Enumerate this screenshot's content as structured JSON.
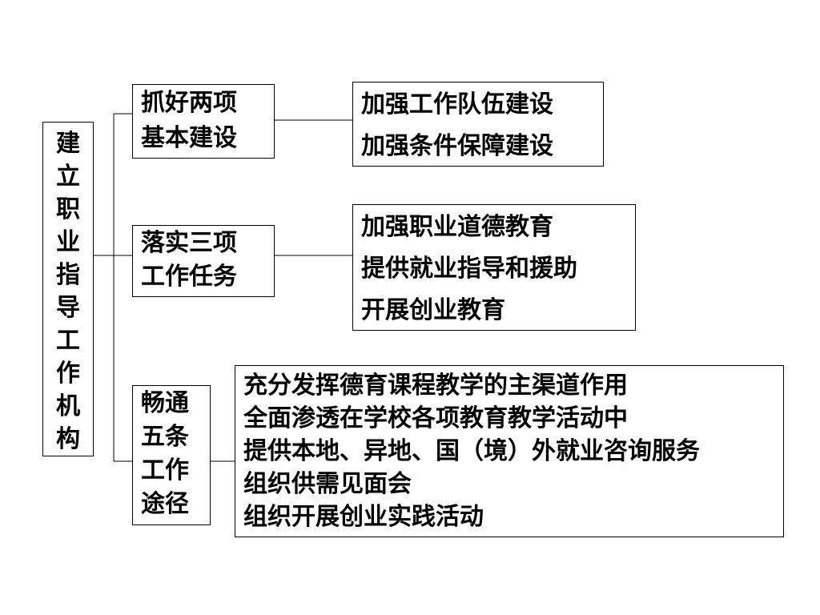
{
  "root": {
    "chars": [
      "建",
      "立",
      "职",
      "业",
      "指",
      "导",
      "工",
      "作",
      "机",
      "构"
    ]
  },
  "branches": [
    {
      "label_lines": [
        "抓好两项",
        "基本建设"
      ],
      "details": [
        "加强工作队伍建设",
        "加强条件保障建设"
      ]
    },
    {
      "label_lines": [
        "落实三项",
        "工作任务"
      ],
      "details": [
        "加强职业道德教育",
        "提供就业指导和援助",
        "开展创业教育"
      ]
    },
    {
      "label_lines": [
        "畅通",
        "五条",
        "工作",
        "途径"
      ],
      "details": [
        "充分发挥德育课程教学的主渠道作用",
        "全面渗透在学校各项教育教学活动中",
        "提供本地、异地、国（境）外就业咨询服务",
        "组织供需见面会",
        "组织开展创业实践活动"
      ]
    }
  ]
}
